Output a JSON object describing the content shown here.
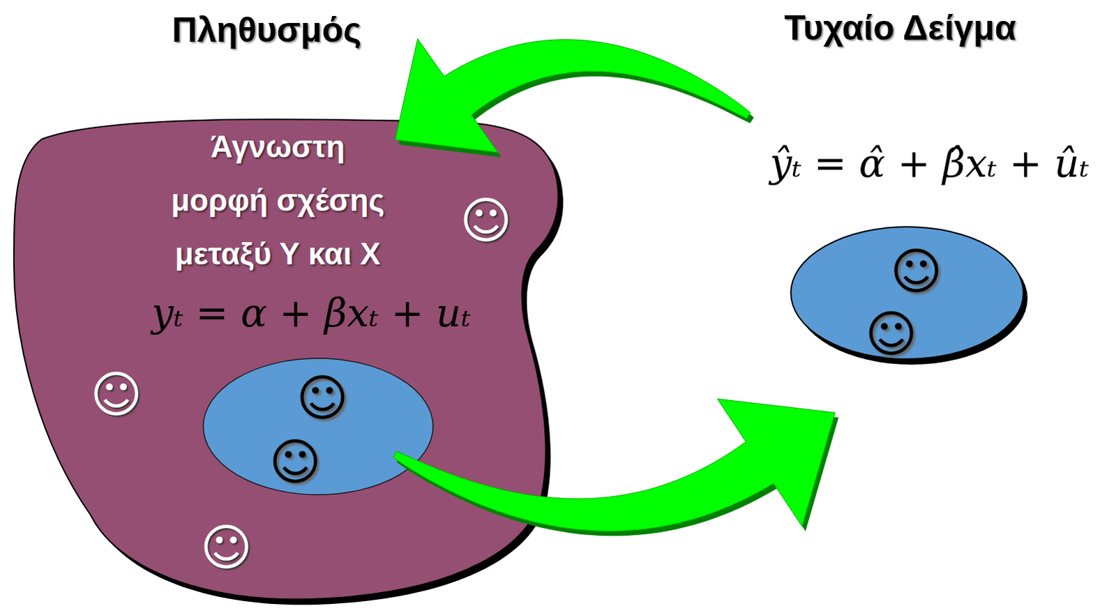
{
  "diagram": {
    "nodes": [
      {
        "text": [
          "Πληθυσμός",
          "Άγνωστη μορφή σχέσης μεταξύ Υ και Χ",
          "yₜ = α + βxₜ + uₜ",
          "☺",
          "☺",
          "☺"
        ]
      },
      {
        "text": [
          "☺",
          "☺"
        ],
        "in": 0
      },
      {
        "text": [
          "Τυχαίο Δείγμα",
          "ŷₜ = α̂ + β̂xₜ + ûₜ",
          "☺",
          "☺"
        ]
      }
    ],
    "edges": [
      {
        "from": 1,
        "to": 2,
        "arrow": "to"
      },
      {
        "from": 2,
        "to": 0,
        "arrow": "to"
      }
    ]
  }
}
